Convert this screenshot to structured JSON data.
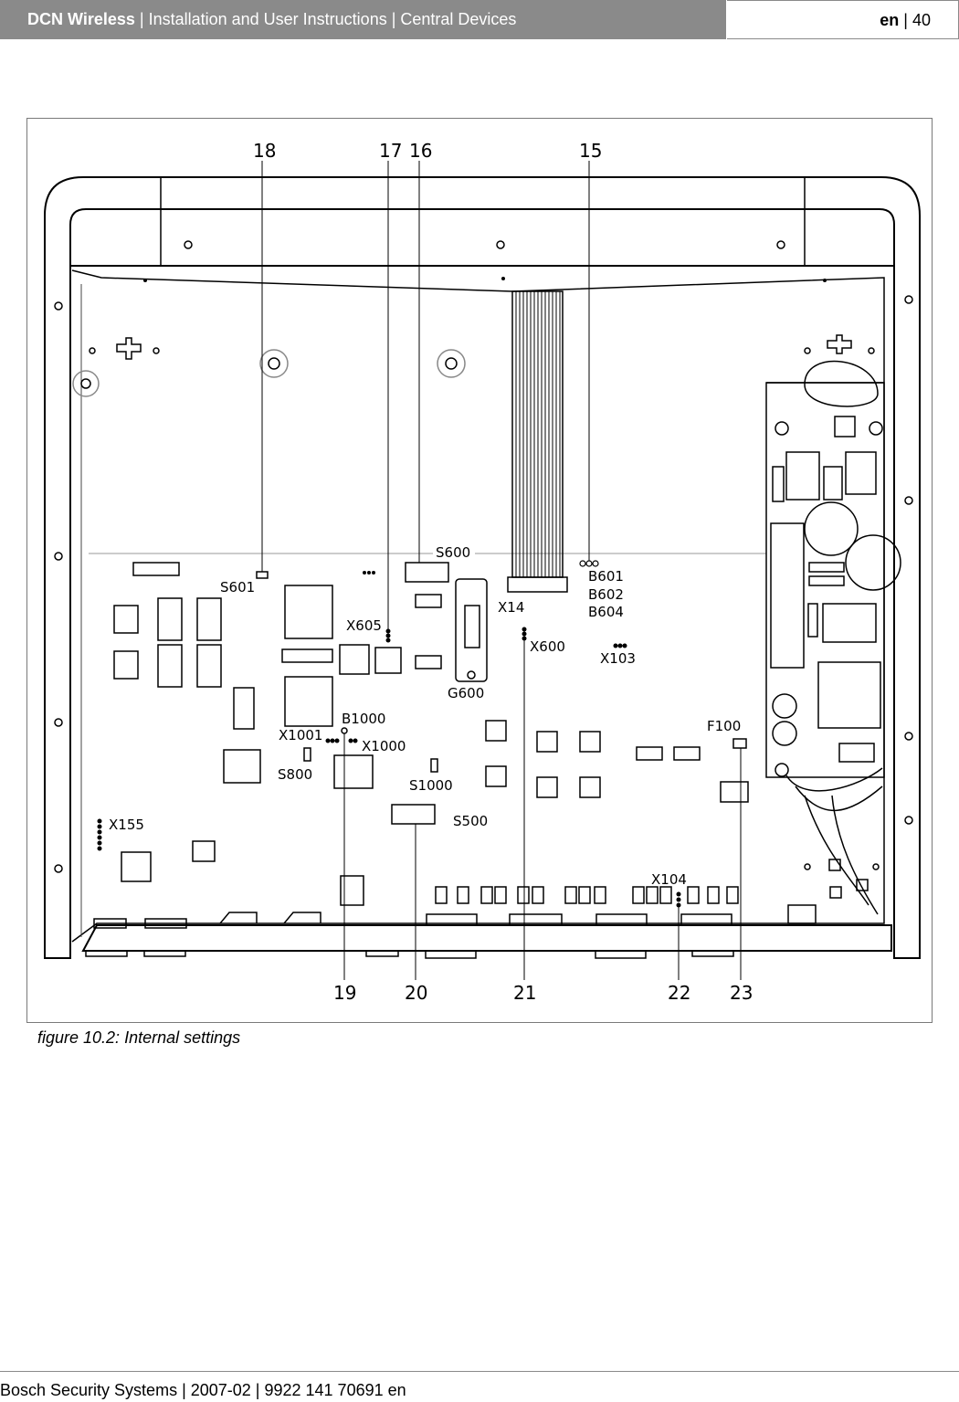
{
  "header": {
    "product": "DCN Wireless",
    "section": " | Installation and User Instructions | Central Devices",
    "lang": "en",
    "page": " | 40"
  },
  "figure": {
    "callouts": {
      "c15": "15",
      "c16": "16",
      "c17": "17",
      "c18": "18",
      "c19": "19",
      "c20": "20",
      "c21": "21",
      "c22": "22",
      "c23": "23"
    },
    "components": {
      "S600": "S600",
      "S601": "S601",
      "X605": "X605",
      "X14": "X14",
      "B601": "B601",
      "B602": "B602",
      "B604": "B604",
      "X600": "X600",
      "X103": "X103",
      "G600": "G600",
      "B1000": "B1000",
      "X1001": "X1001",
      "X1000": "X1000",
      "S800": "S800",
      "S1000": "S1000",
      "S500": "S500",
      "X155": "X155",
      "F100": "F100",
      "X104": "X104"
    },
    "caption": "figure 10.2: Internal settings"
  },
  "footer": {
    "text": "Bosch Security Systems | 2007-02 | 9922 141 70691 en"
  }
}
